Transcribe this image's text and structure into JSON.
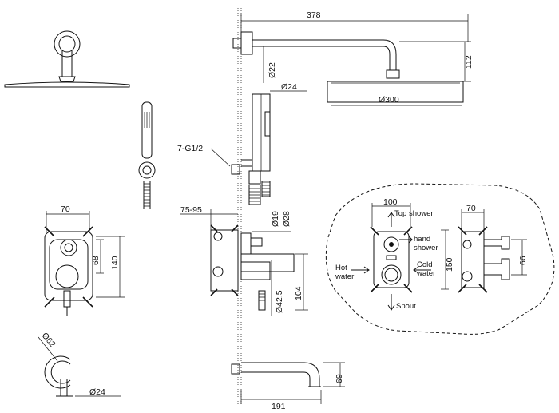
{
  "dimensions": {
    "arm_length": "378",
    "arm_drop": "112",
    "arm_dia": "Ø22",
    "rail_dia": "Ø24",
    "head_dia": "Ø300",
    "thread": "7-G1/2",
    "wall_range": "75-95",
    "stem_dia_small": "Ø19",
    "stem_dia_large": "Ø28",
    "handle_dia": "Ø42.5",
    "body_height": "104",
    "box_width_front": "70",
    "box_height_front": "140",
    "knob_height_front": "68",
    "escutcheon_dia": "Ø62",
    "hose_dia": "Ø24",
    "spout_length": "191",
    "spout_height": "69",
    "detail_width": "100",
    "detail_height": "150",
    "detail_side_width": "70",
    "detail_side_height": "66"
  },
  "labels": {
    "top_shower": "Top shower",
    "hand_shower_line1": "hand",
    "hand_shower_line2": "shower",
    "cold_water_line1": "Cold",
    "cold_water_line2": "water",
    "hot_water_line1": "Hot",
    "hot_water_line2": "water",
    "spout": "Spout"
  }
}
